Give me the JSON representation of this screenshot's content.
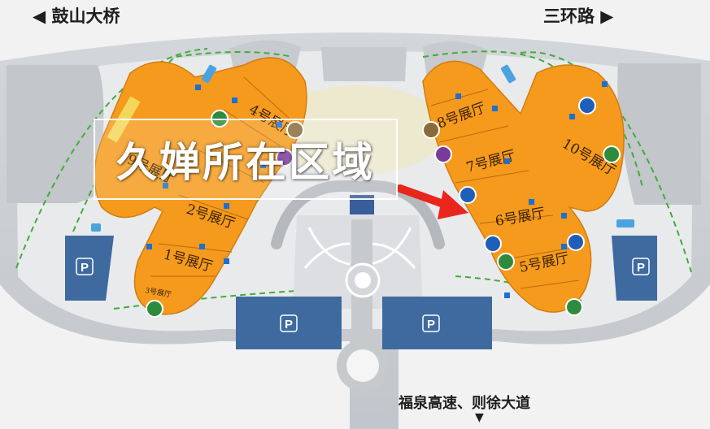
{
  "directions": {
    "top_left": "◀ 鼓山大桥",
    "top_right": "三环路 ▶",
    "bottom": "福泉高速、则徐大道",
    "bottom_arrow": "▼"
  },
  "callout": {
    "text": "久婵所在区域"
  },
  "halls": {
    "h1": "1号展厅",
    "h2": "2号展厅",
    "h3": "3号展厅",
    "h4": "4号展厅",
    "h5": "5号展厅",
    "h6": "6号展厅",
    "h7": "7号展厅",
    "h8": "8号展厅",
    "h9": "9号展厅",
    "h10": "10号展厅"
  },
  "parking_label": "P",
  "colors": {
    "hall_fill": "#f59a1c",
    "road": "#c9ccd0",
    "parking": "#3f6aa0",
    "arrow": "#e8261c",
    "entrance_green": "#2e8b3e"
  }
}
